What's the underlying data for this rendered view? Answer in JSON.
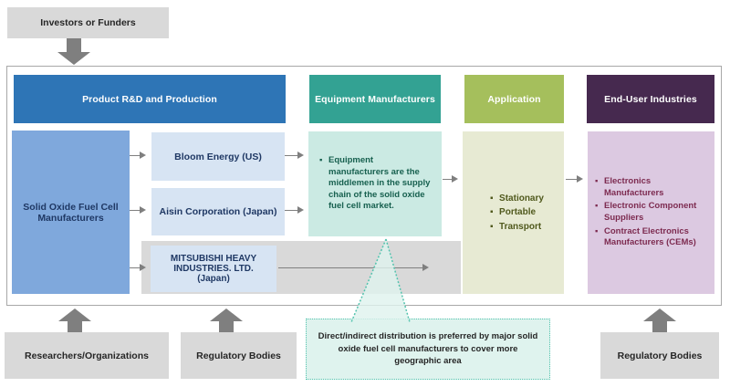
{
  "palette": {
    "production_header": "#2E75B6",
    "equipment_header": "#33A293",
    "application_header": "#A5BF5C",
    "end_user_header": "#46294F",
    "manufacturer_box": "#7FA8DC",
    "company_box": "#D7E4F3",
    "equipment_note_box": "#CBEAE3",
    "application_box": "#E7EAD3",
    "end_user_box": "#DCC9E1",
    "gray_box": "#D9D9D9",
    "arrow": "#7F7F7F",
    "callout_border": "#53C3AE",
    "callout_fill": "#DFF3EE"
  },
  "top": {
    "investors_label": "Investors or Funders"
  },
  "diagram": {
    "headers": [
      "Product R&D and Production",
      "Equipment Manufacturers",
      "Application",
      "End-User Industries"
    ],
    "production": {
      "manufacturer_label": "Solid Oxide Fuel Cell Manufacturers",
      "companies": [
        "Bloom Energy (US)",
        "Aisin Corporation (Japan)",
        "MITSUBISHI HEAVY INDUSTRIES. LTD. (Japan)"
      ]
    },
    "equipment": {
      "note": "Equipment manufacturers are the middlemen in the supply chain of the solid oxide fuel cell market."
    },
    "application": {
      "items": [
        "Stationary",
        "Portable",
        "Transport"
      ]
    },
    "end_user": {
      "items": [
        "Electronics Manufacturers",
        "Electronic Component Suppliers",
        "Contract Electronics Manufacturers (CEMs)"
      ]
    }
  },
  "bottom": {
    "researchers_label": "Researchers/Organizations",
    "regulatory_left_label": "Regulatory Bodies",
    "regulatory_right_label": "Regulatory Bodies",
    "callout_text": "Direct/indirect distribution is preferred by major solid oxide fuel cell manufacturers to cover more geographic area"
  }
}
